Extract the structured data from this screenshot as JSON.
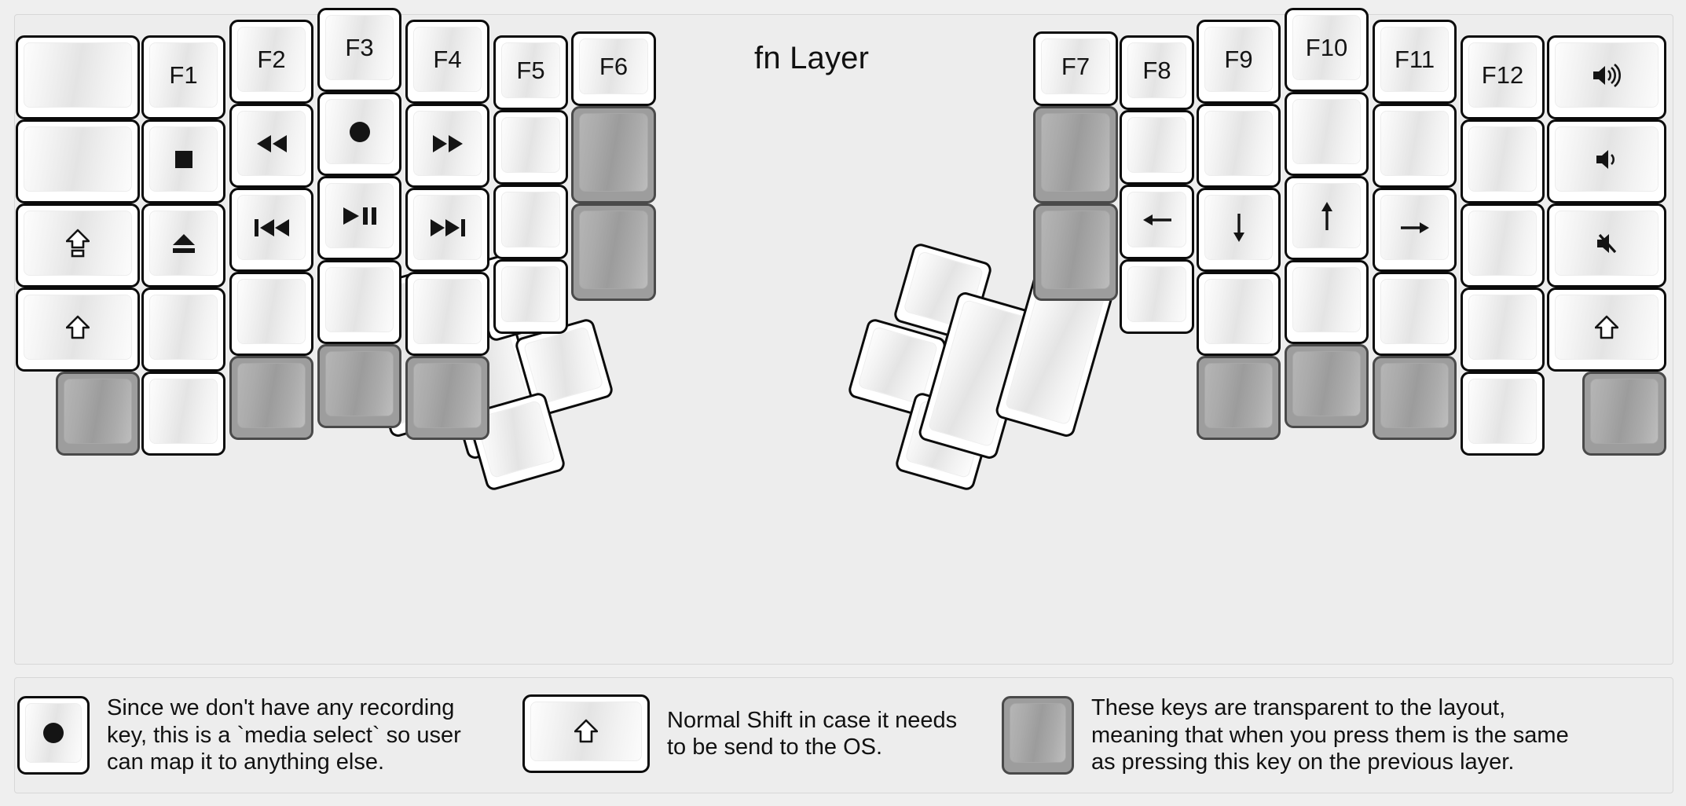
{
  "page": {
    "title": "fn Layer",
    "background": "#efefef",
    "panel_background": "#ededed",
    "key_fill": "#ffffff",
    "key_border": "#0b0b0b",
    "transparent_key_fill": "#9d9d9d",
    "transparent_key_border": "#4a4a4a",
    "text_color": "#111111"
  },
  "keyboard": {
    "name": "split ergonomic columnar keyboard",
    "left_half": {
      "columns": [
        {
          "name": "pinky-outer-column",
          "keys": [
            {
              "label": "",
              "icon": "blank",
              "type": "normal"
            },
            {
              "label": "",
              "icon": "blank",
              "type": "normal"
            },
            {
              "label": "",
              "icon": "caps-lock-icon",
              "type": "normal"
            },
            {
              "label": "",
              "icon": "shift-icon",
              "type": "normal"
            },
            {
              "label": "",
              "icon": "blank",
              "type": "transparent"
            }
          ]
        },
        {
          "name": "pinky-column",
          "keys": [
            {
              "label": "F1",
              "icon": "",
              "type": "normal"
            },
            {
              "label": "",
              "icon": "media-stop-icon",
              "type": "normal"
            },
            {
              "label": "",
              "icon": "media-eject-icon",
              "type": "normal"
            },
            {
              "label": "",
              "icon": "blank",
              "type": "normal"
            },
            {
              "label": "",
              "icon": "blank",
              "type": "normal"
            }
          ]
        },
        {
          "name": "ring-column",
          "keys": [
            {
              "label": "F2",
              "icon": "",
              "type": "normal"
            },
            {
              "label": "",
              "icon": "media-rewind-icon",
              "type": "normal"
            },
            {
              "label": "",
              "icon": "media-previous-track-icon",
              "type": "normal"
            },
            {
              "label": "",
              "icon": "blank",
              "type": "normal"
            },
            {
              "label": "",
              "icon": "blank",
              "type": "transparent"
            }
          ]
        },
        {
          "name": "middle-column",
          "keys": [
            {
              "label": "F3",
              "icon": "",
              "type": "normal"
            },
            {
              "label": "",
              "icon": "media-record-icon",
              "type": "normal"
            },
            {
              "label": "",
              "icon": "media-play-pause-icon",
              "type": "normal"
            },
            {
              "label": "",
              "icon": "blank",
              "type": "normal"
            },
            {
              "label": "",
              "icon": "blank",
              "type": "transparent"
            }
          ]
        },
        {
          "name": "index-column",
          "keys": [
            {
              "label": "F4",
              "icon": "",
              "type": "normal"
            },
            {
              "label": "",
              "icon": "media-fast-forward-icon",
              "type": "normal"
            },
            {
              "label": "",
              "icon": "media-next-track-icon",
              "type": "normal"
            },
            {
              "label": "",
              "icon": "blank",
              "type": "normal"
            },
            {
              "label": "",
              "icon": "blank",
              "type": "transparent"
            }
          ]
        },
        {
          "name": "index-inner-column",
          "keys": [
            {
              "label": "F5",
              "icon": "",
              "type": "normal"
            },
            {
              "label": "",
              "icon": "blank",
              "type": "normal"
            },
            {
              "label": "",
              "icon": "blank",
              "type": "normal"
            },
            {
              "label": "",
              "icon": "blank",
              "type": "normal"
            }
          ]
        },
        {
          "name": "inner-column",
          "keys": [
            {
              "label": "F6",
              "icon": "",
              "type": "normal"
            },
            {
              "label": "",
              "icon": "blank",
              "type": "transparent"
            },
            {
              "label": "",
              "icon": "blank",
              "type": "transparent"
            }
          ]
        }
      ],
      "thumb_cluster": [
        {
          "name": "thumb-key-1",
          "label": "",
          "icon": "blank",
          "type": "normal",
          "size": "2u"
        },
        {
          "name": "thumb-key-2",
          "label": "",
          "icon": "blank",
          "type": "normal",
          "size": "2u"
        },
        {
          "name": "thumb-key-3",
          "label": "",
          "icon": "blank",
          "type": "normal",
          "size": "1u"
        },
        {
          "name": "thumb-key-4",
          "label": "",
          "icon": "blank",
          "type": "normal",
          "size": "1u"
        },
        {
          "name": "thumb-key-5",
          "label": "",
          "icon": "blank",
          "type": "normal",
          "size": "1u"
        }
      ]
    },
    "right_half": {
      "columns": [
        {
          "name": "inner-column",
          "keys": [
            {
              "label": "F7",
              "icon": "",
              "type": "normal"
            },
            {
              "label": "",
              "icon": "blank",
              "type": "transparent"
            },
            {
              "label": "",
              "icon": "blank",
              "type": "transparent"
            }
          ]
        },
        {
          "name": "index-inner-column",
          "keys": [
            {
              "label": "F8",
              "icon": "",
              "type": "normal"
            },
            {
              "label": "",
              "icon": "blank",
              "type": "normal"
            },
            {
              "label": "",
              "icon": "arrow-left-icon",
              "type": "normal"
            },
            {
              "label": "",
              "icon": "blank",
              "type": "normal"
            }
          ]
        },
        {
          "name": "index-column",
          "keys": [
            {
              "label": "F9",
              "icon": "",
              "type": "normal"
            },
            {
              "label": "",
              "icon": "blank",
              "type": "normal"
            },
            {
              "label": "",
              "icon": "arrow-down-icon",
              "type": "normal"
            },
            {
              "label": "",
              "icon": "blank",
              "type": "normal"
            },
            {
              "label": "",
              "icon": "blank",
              "type": "transparent"
            }
          ]
        },
        {
          "name": "middle-column",
          "keys": [
            {
              "label": "F10",
              "icon": "",
              "type": "normal"
            },
            {
              "label": "",
              "icon": "blank",
              "type": "normal"
            },
            {
              "label": "",
              "icon": "arrow-up-icon",
              "type": "normal"
            },
            {
              "label": "",
              "icon": "blank",
              "type": "normal"
            },
            {
              "label": "",
              "icon": "blank",
              "type": "transparent"
            }
          ]
        },
        {
          "name": "ring-column",
          "keys": [
            {
              "label": "F11",
              "icon": "",
              "type": "normal"
            },
            {
              "label": "",
              "icon": "blank",
              "type": "normal"
            },
            {
              "label": "",
              "icon": "arrow-right-icon",
              "type": "normal"
            },
            {
              "label": "",
              "icon": "blank",
              "type": "normal"
            },
            {
              "label": "",
              "icon": "blank",
              "type": "transparent"
            }
          ]
        },
        {
          "name": "pinky-column",
          "keys": [
            {
              "label": "F12",
              "icon": "",
              "type": "normal"
            },
            {
              "label": "",
              "icon": "blank",
              "type": "normal"
            },
            {
              "label": "",
              "icon": "blank",
              "type": "normal"
            },
            {
              "label": "",
              "icon": "blank",
              "type": "normal"
            },
            {
              "label": "",
              "icon": "blank",
              "type": "normal"
            }
          ]
        },
        {
          "name": "pinky-outer-column",
          "keys": [
            {
              "label": "",
              "icon": "volume-up-icon",
              "type": "normal"
            },
            {
              "label": "",
              "icon": "volume-down-icon",
              "type": "normal"
            },
            {
              "label": "",
              "icon": "volume-mute-icon",
              "type": "normal"
            },
            {
              "label": "",
              "icon": "shift-icon",
              "type": "normal"
            },
            {
              "label": "",
              "icon": "blank",
              "type": "transparent"
            }
          ]
        }
      ],
      "thumb_cluster": [
        {
          "name": "thumb-key-1",
          "label": "",
          "icon": "blank",
          "type": "normal",
          "size": "1u"
        },
        {
          "name": "thumb-key-2",
          "label": "",
          "icon": "blank",
          "type": "normal",
          "size": "1u"
        },
        {
          "name": "thumb-key-3",
          "label": "",
          "icon": "blank",
          "type": "normal",
          "size": "1u"
        },
        {
          "name": "thumb-key-4",
          "label": "",
          "icon": "blank",
          "type": "normal",
          "size": "1u"
        },
        {
          "name": "thumb-key-5",
          "label": "",
          "icon": "blank",
          "type": "normal",
          "size": "2u"
        },
        {
          "name": "thumb-key-6",
          "label": "",
          "icon": "blank",
          "type": "normal",
          "size": "2u"
        }
      ]
    }
  },
  "legend": [
    {
      "swatch_icon": "media-record-icon",
      "swatch_type": "normal",
      "text": "Since we don't have any recording\nkey, this is a `media select` so user\ncan map it to anything else."
    },
    {
      "swatch_icon": "shift-icon",
      "swatch_type": "normal",
      "text": "Normal Shift in case it needs\nto be send to the OS."
    },
    {
      "swatch_icon": "blank",
      "swatch_type": "transparent",
      "text": "These keys are transparent to the layout,\nmeaning that when you press them is the same\nas pressing this key on the previous layer."
    }
  ]
}
